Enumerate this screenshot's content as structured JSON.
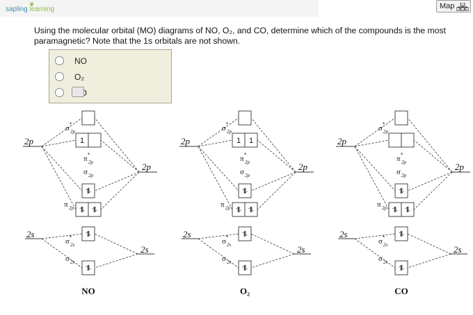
{
  "header": {
    "logo_part1": "sapling",
    "logo_part2": "learning",
    "map_label": "Map"
  },
  "question": {
    "text": "Using the molecular orbital (MO) diagrams of NO, O₂, and CO, determine which of the compounds is the most paramagnetic? Note that the 1s orbitals are not shown."
  },
  "options": [
    {
      "label": "NO"
    },
    {
      "label": "O₂"
    },
    {
      "label": "CO"
    }
  ],
  "diagrams": [
    {
      "caption": "NO",
      "atomic_left": {
        "p": "2p",
        "s": "2s"
      },
      "atomic_right": {
        "p": "2p",
        "s": "2s"
      },
      "orbitals": {
        "sigma_star_2p": "",
        "pi_star_2p": [
          "1",
          ""
        ],
        "sigma_2p": "⥮",
        "pi_2p": [
          "⥮",
          "⥮"
        ],
        "sigma_star_2s": "⥮",
        "sigma_2s": "⥮"
      },
      "labels": {
        "s2p_star": "σ*2p",
        "p2p_star": "π*2p",
        "s2p": "σ2p",
        "p2p": "π2p",
        "s2s_star": "σ*2s",
        "s2s": "σ2s"
      }
    },
    {
      "caption": "O₂",
      "atomic_left": {
        "p": "2p",
        "s": "2s"
      },
      "atomic_right": {
        "p": "2p",
        "s": "2s"
      },
      "orbitals": {
        "sigma_star_2p": "",
        "pi_star_2p": [
          "1",
          "1"
        ],
        "sigma_2p": "⥮",
        "pi_2p": [
          "⥮",
          "⥮"
        ],
        "sigma_star_2s": "⥮",
        "sigma_2s": "⥮"
      },
      "labels": {
        "s2p_star": "σ*2p",
        "p2p_star": "π*2p",
        "s2p": "σ2p",
        "p2p": "π2p",
        "s2s_star": "σ*2s",
        "s2s": "σ2s"
      }
    },
    {
      "caption": "CO",
      "atomic_left": {
        "p": "2p",
        "s": "2s"
      },
      "atomic_right": {
        "p": "2p",
        "s": "2s"
      },
      "orbitals": {
        "sigma_star_2p": "",
        "pi_star_2p": [
          "",
          ""
        ],
        "sigma_2p": "⥮",
        "pi_2p": [
          "⥮",
          "⥮"
        ],
        "sigma_star_2s": "⥮",
        "sigma_2s": "⥮"
      },
      "labels": {
        "s2p_star": "σ*2p",
        "p2p_star": "π*2p",
        "s2p": "σ2p",
        "p2p": "π2p",
        "s2s_star": "σ*2s",
        "s2s": "σ2s"
      }
    }
  ]
}
